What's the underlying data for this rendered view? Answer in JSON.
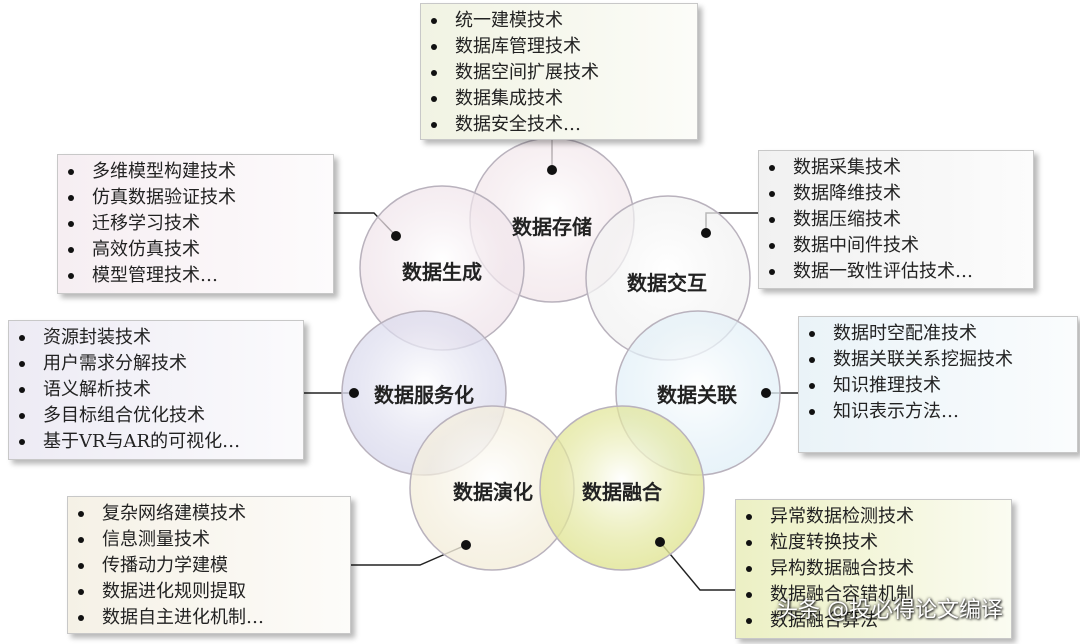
{
  "nodes": [
    {
      "id": "storage",
      "label": "数据存储"
    },
    {
      "id": "interaction",
      "label": "数据交互"
    },
    {
      "id": "association",
      "label": "数据关联"
    },
    {
      "id": "fusion",
      "label": "数据融合"
    },
    {
      "id": "evolution",
      "label": "数据演化"
    },
    {
      "id": "servitization",
      "label": "数据服务化"
    },
    {
      "id": "generation",
      "label": "数据生成"
    }
  ],
  "boxes": [
    {
      "id": "storage",
      "color": "#f1f3e3",
      "items": [
        "统一建模技术",
        "数据库管理技术",
        "数据空间扩展技术",
        "数据集成技术",
        "数据安全技术…"
      ]
    },
    {
      "id": "interaction",
      "color": "#f1f1f1",
      "items": [
        "数据采集技术",
        "数据降维技术",
        "数据压缩技术",
        "数据中间件技术",
        "数据一致性评估技术…"
      ]
    },
    {
      "id": "association",
      "color": "#eaf3f8",
      "items": [
        "数据时空配准技术",
        "数据关联关系挖掘技术",
        "知识推理技术",
        "知识表示方法…"
      ]
    },
    {
      "id": "fusion",
      "color": "#ecf0c4",
      "items": [
        "异常数据检测技术",
        "粒度转换技术",
        "异构数据融合技术",
        "数据融合容错机制",
        "数据融合算法"
      ]
    },
    {
      "id": "evolution",
      "color": "#f5f1e6",
      "items": [
        "复杂网络建模技术",
        "信息测量技术",
        "传播动力学建模",
        "数据进化规则提取",
        "数据自主进化机制…"
      ]
    },
    {
      "id": "servitization",
      "color": "#edebf4",
      "items": [
        "资源封装技术",
        "用户需求分解技术",
        "语义解析技术",
        "多目标组合优化技术",
        "基于VR与AR的可视化…"
      ]
    },
    {
      "id": "generation",
      "color": "#f6eef2",
      "items": [
        "多维模型构建技术",
        "仿真数据验证技术",
        "迁移学习技术",
        "高效仿真技术",
        "模型管理技术…"
      ]
    }
  ],
  "circle_colors": {
    "storage": "#f3e8ec",
    "interaction": "#f3f3f3",
    "association": "#e4f1f8",
    "fusion": "#e2e69a",
    "evolution": "#f4eedc",
    "servitization": "#dcdcee",
    "generation": "#f1e6ec"
  },
  "watermark": "头条 @投必得论文编译"
}
